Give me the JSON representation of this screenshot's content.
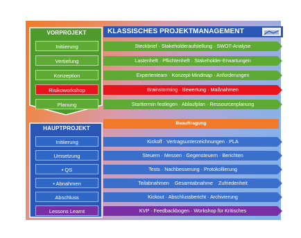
{
  "title": "KLASSISCHES PROJEKTMANAGEMENT",
  "vorprojekt": {
    "heading": "VORPROJEKT",
    "items": [
      "Initiierung",
      "Vertiefung",
      "Konzeption",
      "Risikoworkshop",
      "Planung"
    ],
    "arrows": [
      "Steckbrief · Stakeholderaufstellung · SWOT-Analyse",
      "Lastenheft · Pflichtenheft · Stakeholder-Erwartungen",
      "Expertenteam · Konzept-Mindmap · Anforderungen",
      "Brainstorming · Bewertung · Maßnahmen",
      "Starttermin festlegen · Ablaufplan · Ressourcenplanung"
    ]
  },
  "beauftragung": "Beauftragung",
  "hauptprojekt": {
    "heading": "HAUPTPROJEKT",
    "items": [
      "Initiierung",
      "Umsetzung",
      "• QS",
      "• Abnahmen",
      "Abschluss",
      "Lessons Learnt"
    ],
    "arrows": [
      "Kickoff · Vertragsunterzeichnungen · PLA",
      "Steuern · Messen · Gegensteuern · Berichten",
      "Tests · Nachbesserung · Protokollierung",
      "Teilabnahmen    Gesamtabnahme    Zufriedenheit",
      "Kickout · Abschlussbericht · Archivierung",
      "KVP · Feedbackbogen · Workshop für Kritisches"
    ]
  },
  "colors": {
    "green": "#5faa35",
    "red": "#e8141b",
    "blue": "#2f67c7",
    "purple": "#7a2fa5",
    "orange": "#f07a2a",
    "title_blue": "#2a57b6"
  }
}
